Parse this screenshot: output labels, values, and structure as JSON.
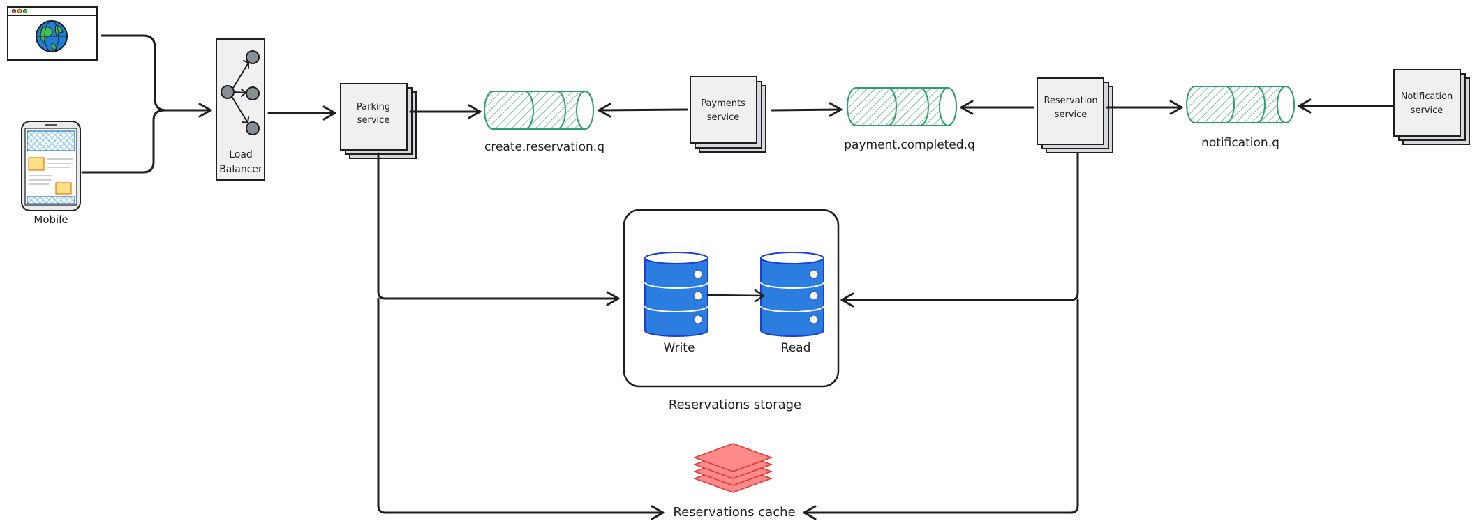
{
  "clients": {
    "browser_icon": "globe-icon",
    "mobile_label": "Mobile"
  },
  "load_balancer": {
    "label_line1": "Load",
    "label_line2": "Balancer"
  },
  "services": {
    "parking": {
      "line1": "Parking",
      "line2": "service"
    },
    "payments": {
      "line1": "Payments",
      "line2": "service"
    },
    "reservation": {
      "line1": "Reservation",
      "line2": "service"
    },
    "notification": {
      "line1": "Notification",
      "line2": "service"
    }
  },
  "queues": {
    "create_reservation": "create.reservation.q",
    "payment_completed": "payment.completed.q",
    "notification": "notification.q"
  },
  "storage": {
    "title": "Reservations storage",
    "write_label": "Write",
    "read_label": "Read"
  },
  "cache": {
    "title": "Reservations cache"
  },
  "colors": {
    "queue_stroke": "#2f9e6e",
    "queue_hatch": "#3aa877",
    "db_fill": "#2b7de0",
    "db_stroke": "#1a3fd4",
    "cache_fill": "#ff8a8a",
    "cache_stroke": "#e03131",
    "card_fill": "#f0f0f0",
    "card_back": "#d6d8dc",
    "mobile_screen": "#a5d8ff",
    "mobile_note": "#ffe08a"
  }
}
